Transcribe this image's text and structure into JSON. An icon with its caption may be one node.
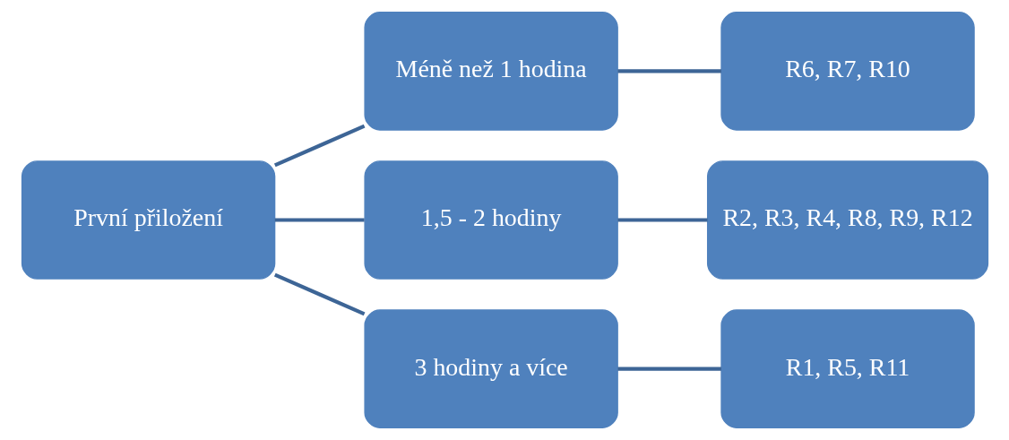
{
  "diagram": {
    "nodes": [
      {
        "text": [
          "První přiložení"
        ]
      },
      {
        "text": [
          "Méně než 1 hodina"
        ]
      },
      {
        "text": [
          "R6, R7, R10"
        ]
      },
      {
        "text": [
          "1,5 - 2 hodiny"
        ]
      },
      {
        "text": [
          "R2, R3, R4, R8, R9, R12"
        ]
      },
      {
        "text": [
          "3 hodiny a více"
        ]
      },
      {
        "text": [
          "R1, R5, R11"
        ]
      }
    ],
    "edges": [
      {
        "from": 0,
        "to": 1,
        "arrow": "none"
      },
      {
        "from": 0,
        "to": 3,
        "arrow": "none"
      },
      {
        "from": 0,
        "to": 5,
        "arrow": "none"
      },
      {
        "from": 1,
        "to": 2,
        "arrow": "none"
      },
      {
        "from": 3,
        "to": 4,
        "arrow": "none"
      },
      {
        "from": 5,
        "to": 6,
        "arrow": "none"
      }
    ]
  }
}
